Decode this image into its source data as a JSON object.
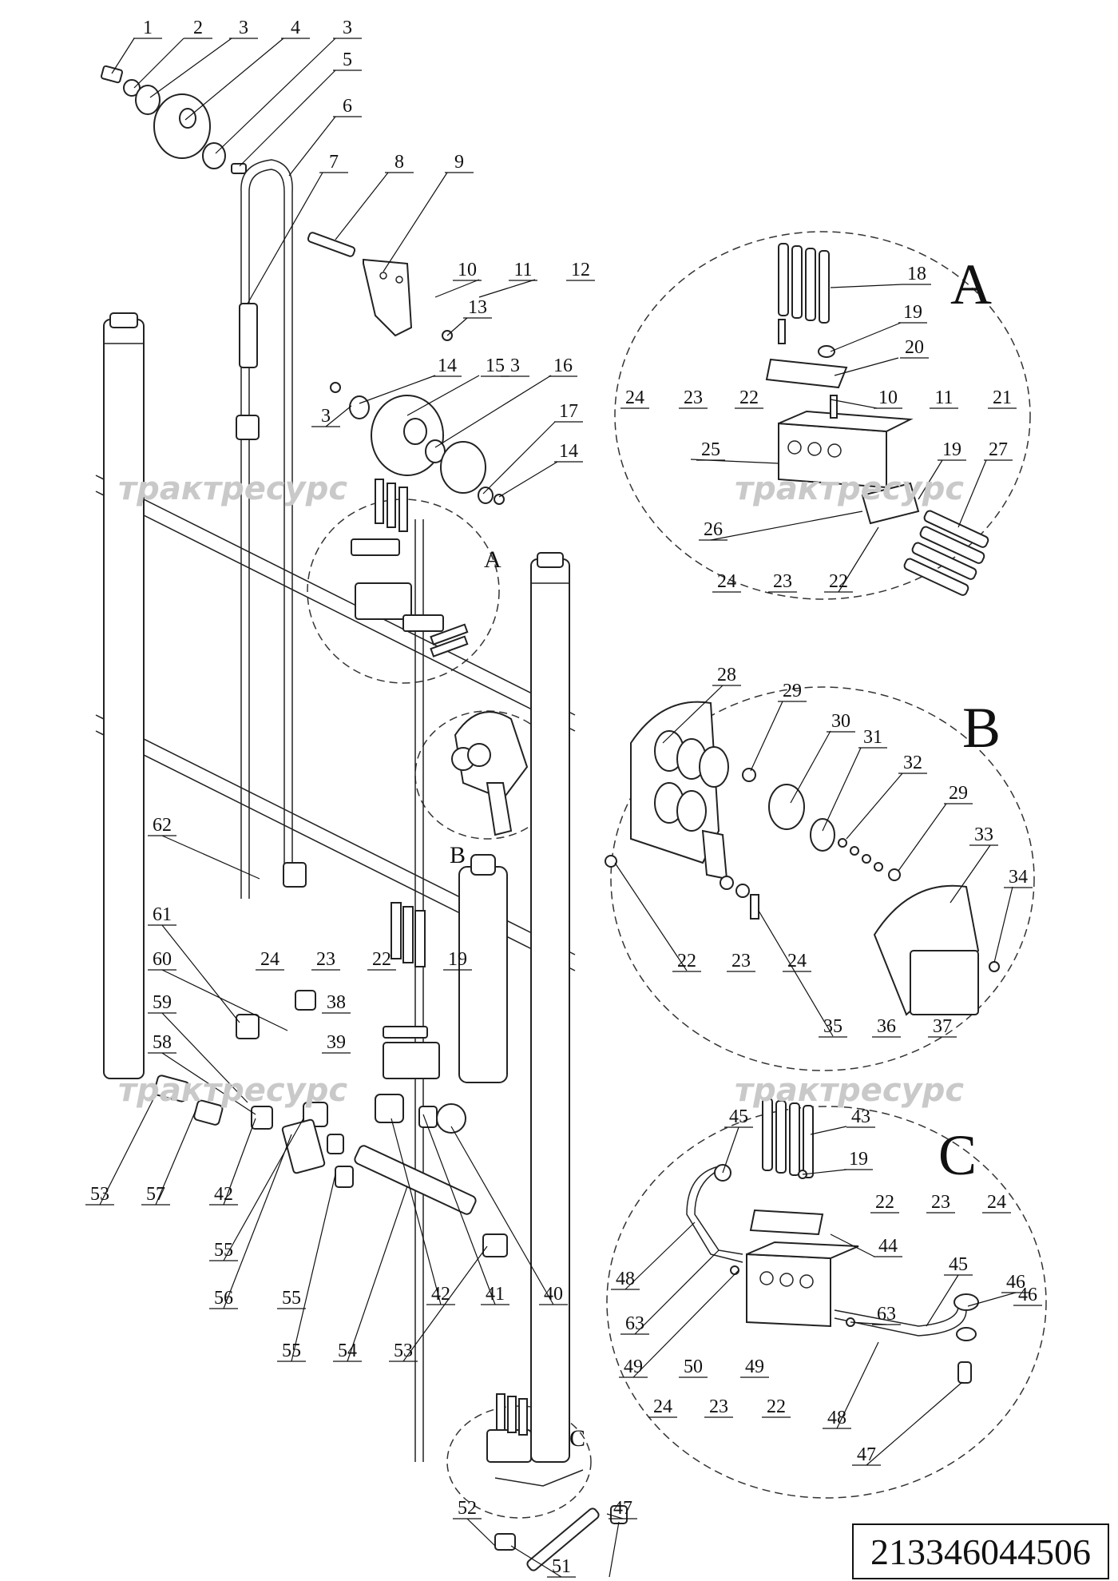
{
  "code": "213346044506",
  "watermark": "трактресурс",
  "detail_letters": [
    "A",
    "B",
    "C"
  ],
  "part_numbers": [
    "1",
    "2",
    "3",
    "4",
    "3",
    "5",
    "6",
    "7",
    "8",
    "9",
    "10",
    "11",
    "12",
    "13",
    "14",
    "15",
    "3",
    "16",
    "17",
    "14",
    "3",
    "18",
    "19",
    "20",
    "24",
    "23",
    "22",
    "10",
    "11",
    "21",
    "25",
    "19",
    "27",
    "26",
    "24",
    "23",
    "22",
    "28",
    "29",
    "30",
    "31",
    "32",
    "29",
    "33",
    "34",
    "22",
    "23",
    "24",
    "35",
    "36",
    "37",
    "62",
    "61",
    "60",
    "24",
    "23",
    "22",
    "19",
    "38",
    "59",
    "39",
    "58",
    "53",
    "57",
    "42",
    "55",
    "56",
    "55",
    "55",
    "54",
    "53",
    "42",
    "41",
    "40",
    "45",
    "43",
    "19",
    "22",
    "23",
    "24",
    "44",
    "48",
    "63",
    "49",
    "50",
    "49",
    "63",
    "45",
    "46",
    "24",
    "23",
    "22",
    "48",
    "47",
    "46",
    "47",
    "52",
    "51"
  ]
}
